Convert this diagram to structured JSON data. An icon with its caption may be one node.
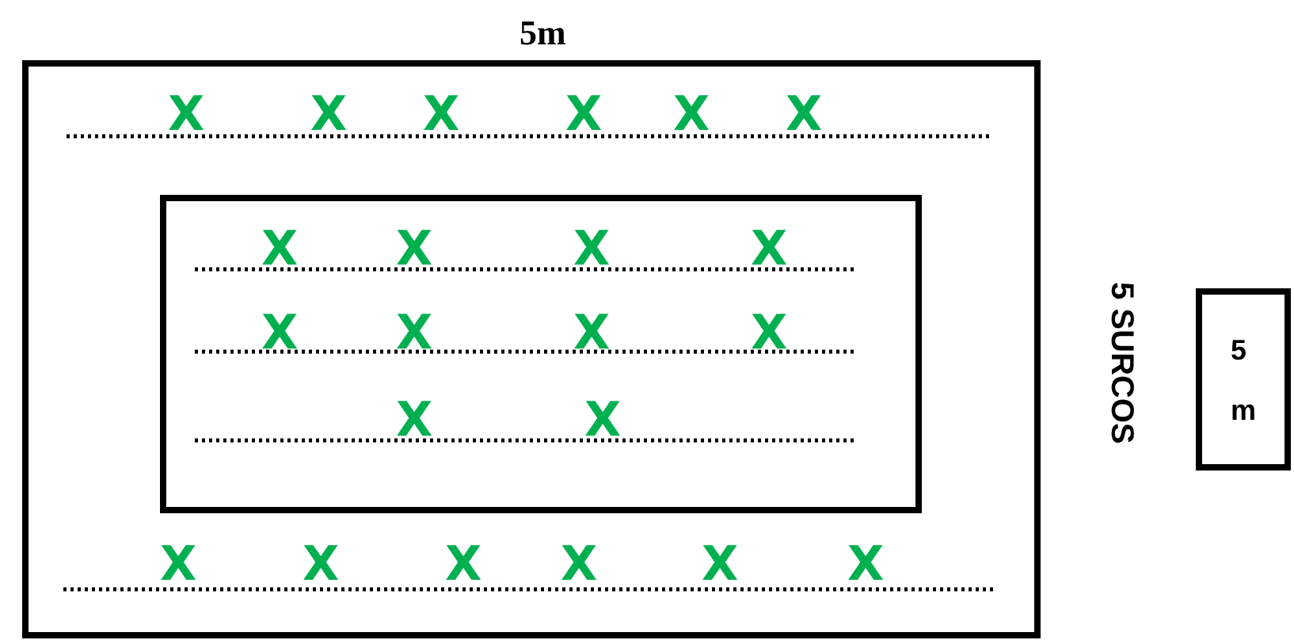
{
  "diagram": {
    "nodes": [
      {
        "text": [
          "5m"
        ]
      },
      {
        "text": [],
        "shape": "box",
        "in": 0
      },
      {
        "text": [
          "5 m"
        ]
      }
    ],
    "edges": [],
    "labels": [
      "X",
      "X",
      "X",
      "X",
      "X",
      "X",
      "X",
      "X",
      "X",
      "X",
      "X",
      "X",
      "X",
      "X",
      "5 SURCOS",
      "X",
      "X",
      "X",
      "X",
      "X",
      "X",
      "X",
      "X"
    ]
  }
}
